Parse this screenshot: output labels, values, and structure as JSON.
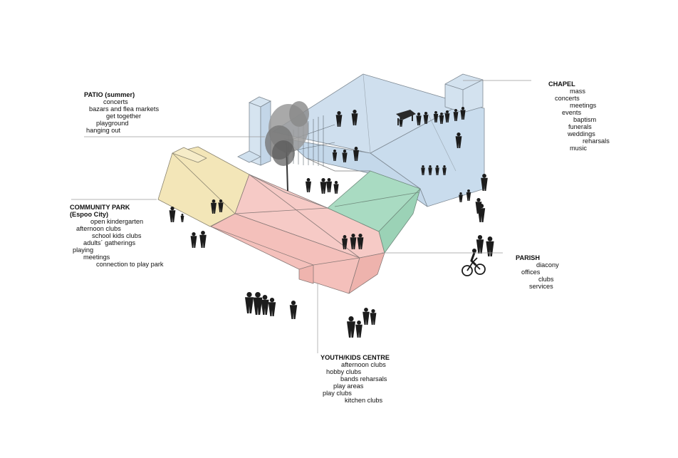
{
  "groups": {
    "patio": {
      "title": "PATIO (summer)",
      "items": [
        "concerts",
        "bazars and flea markets",
        "get together",
        "playground",
        "hanging out"
      ]
    },
    "chapel": {
      "title": "CHAPEL",
      "items": [
        "mass",
        "concerts",
        "meetings",
        "events",
        "baptism",
        "funerals",
        "weddings",
        "reharsals",
        "music"
      ]
    },
    "community": {
      "title": "COMMUNITY PARK",
      "subtitle": "(Espoo City)",
      "items": [
        "open kindergarten",
        "afternoon clubs",
        "school kids clubs",
        "adults´ gatherings",
        "playing",
        "meetings",
        "connection to play park"
      ]
    },
    "parish": {
      "title": "PARISH",
      "items": [
        "diacony",
        "offices",
        "clubs",
        "services"
      ]
    },
    "youth": {
      "title": "YOUTH/KIDS CENTRE",
      "items": [
        "afternoon clubs",
        "hobby clubs",
        "bands reharsals",
        "play areas",
        "play clubs",
        "kitchen clubs"
      ]
    }
  },
  "colors": {
    "chapel": "#c9dced",
    "community_park": "#f3e6b8",
    "youth_centre": "#f5c7c3",
    "parish": "#a7d9c0",
    "outline": "#7a7a7a",
    "silhouettes": "#1c1c1c",
    "leader_lines": "#9a9a9a"
  },
  "icons": [
    "tree-icon",
    "person-silhouette-icon",
    "cyclist-icon",
    "piano-icon"
  ]
}
